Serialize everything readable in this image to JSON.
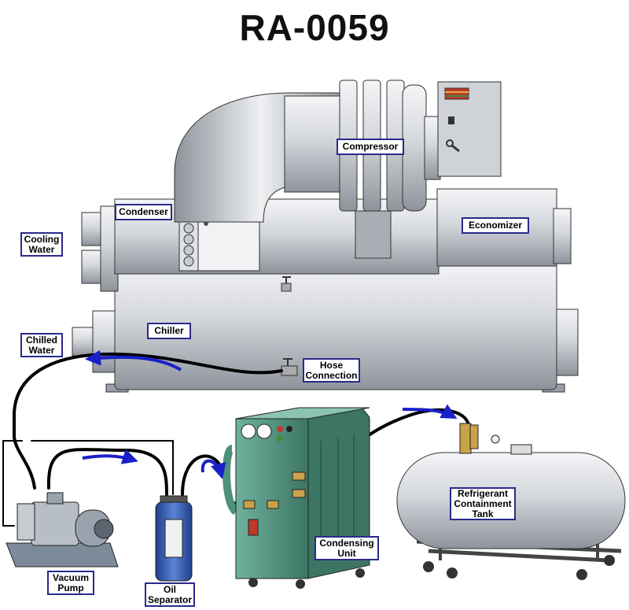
{
  "title": "RA-0059",
  "labels": {
    "compressor": "Compressor",
    "condenser": "Condenser",
    "economizer": "Economizer",
    "cooling_water": "Cooling\nWater",
    "chiller": "Chiller",
    "chilled_water": "Chilled\nWater",
    "hose_connection": "Hose\nConnection",
    "vacuum_pump": "Vacuum\nPump",
    "oil_separator": "Oil\nSeparator",
    "condensing_unit": "Condensing\nUnit",
    "refrigerant_tank": "Refrigerant\nContainment\nTank"
  },
  "colors": {
    "equipment_gray": "#c9cdd3",
    "condensing_unit_green": "#4f8f7d",
    "oil_separator_blue": "#2f57a8",
    "flow_arrow_blue": "#1a20c8",
    "hose_black": "#000000",
    "label_border": "#2a2a8a"
  }
}
